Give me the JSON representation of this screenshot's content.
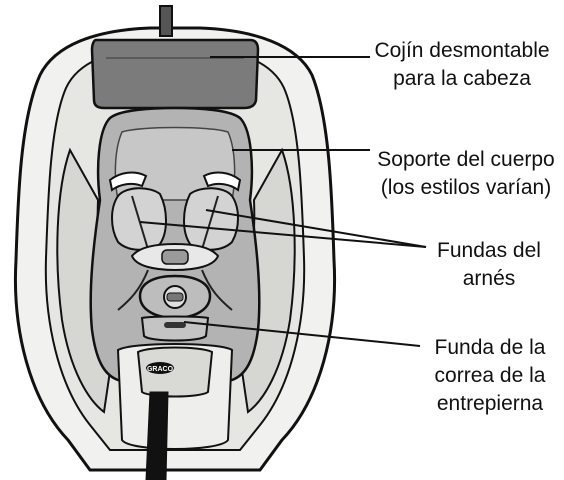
{
  "labels": {
    "head_pad": {
      "line1": "Cojín desmontable",
      "line2": "para la cabeza"
    },
    "body_support": {
      "line1": "Soporte del cuerpo",
      "line2": "(los estilos varían)"
    },
    "harness_covers": {
      "line1": "Fundas del",
      "line2": "arnés"
    },
    "crotch_cover": {
      "line1": "Funda de la",
      "line2": "correa de la",
      "line3": "entrepierna"
    }
  },
  "badge_text": "GRACO",
  "colors": {
    "outline": "#111111",
    "shell": "#f1f1ef",
    "padding_light": "#c9c9c9",
    "padding_mid": "#a9a9a9",
    "head_pad": "#7b7b7b",
    "strap": "#111111"
  }
}
